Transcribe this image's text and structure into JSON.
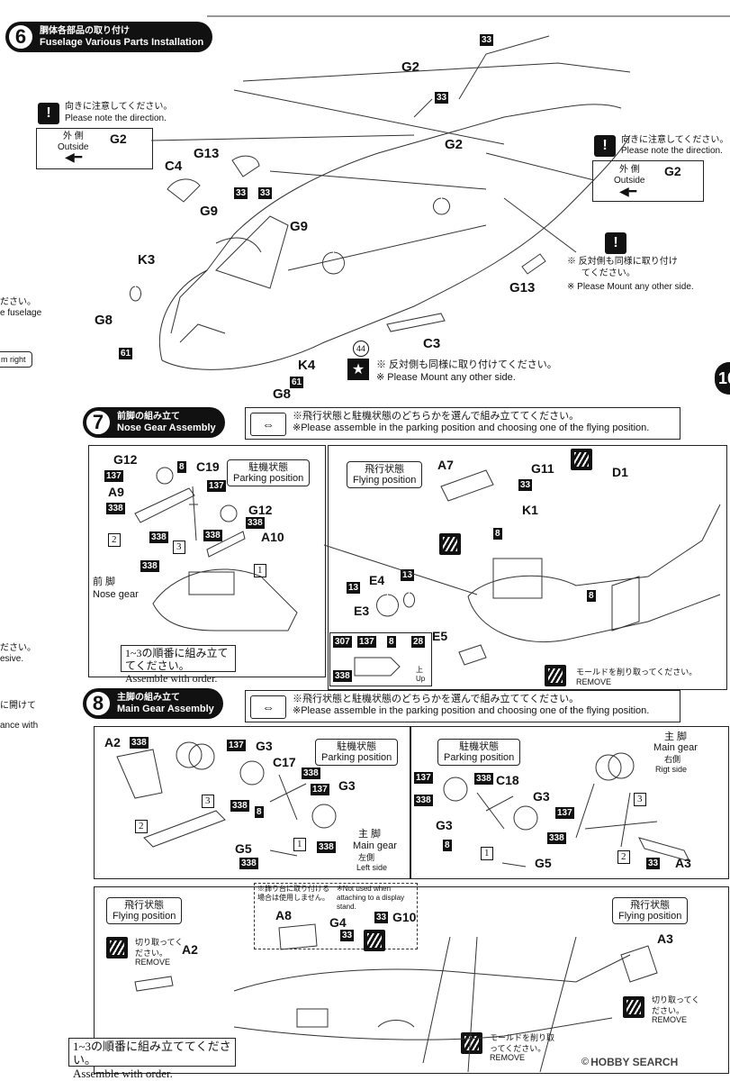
{
  "step6": {
    "num": "6",
    "title_jp": "胴体各部品の取り付け",
    "title_en": "Fuselage Various Parts Installation",
    "note_dir_left_jp": "向きに注意してください。",
    "note_dir_left_en": "Please note the direction.",
    "outside_jp": "外 側",
    "outside_en": "Outside",
    "note_dir_right_jp": "向きに注意してください。",
    "note_dir_right_en": "Please note the direction.",
    "note_other_side_jp1": "※ 反対側も同様に取り付け",
    "note_other_side_jp2": "てください。",
    "note_other_side_en": "※ Please Mount any other side.",
    "note_star_jp": "※ 反対側も同様に取り付けてください。",
    "note_star_en": "※ Please Mount any other side.",
    "cut_left_1": "ださい。",
    "cut_left_2": "e fuselage",
    "tag_right": "m right",
    "parts": {
      "G2a": "G2",
      "G2b": "G2",
      "G2c": "G2",
      "G2d": "G2",
      "G13a": "G13",
      "G13b": "G13",
      "C4": "C4",
      "G9a": "G9",
      "G9b": "G9",
      "K3": "K3",
      "G8a": "G8",
      "G8b": "G8",
      "C3": "C3",
      "K4": "K4"
    },
    "nums": {
      "n33a": "33",
      "n33b": "33",
      "n33c": "33",
      "n33d": "33",
      "n61a": "61",
      "n61b": "61",
      "n44": "44"
    }
  },
  "step7": {
    "num": "7",
    "title_jp": "前脚の組み立て",
    "title_en": "Nose Gear Assembly",
    "choose_jp": "※飛行状態と駐機状態のどちらかを選んで組み立ててください。",
    "choose_en": "※Please assemble in the parking position and choosing one of the flying position.",
    "parking_jp": "駐機状態",
    "parking_en": "Parking position",
    "flying_jp": "飛行状態",
    "flying_en": "Flying position",
    "nose_gear_jp": "前 脚",
    "nose_gear_en": "Nose gear",
    "order_jp": "1~3の順番に組み立ててください。",
    "order_en": "Assemble with order.",
    "remove_jp": "モールドを削り取ってください。",
    "remove_en": "REMOVE",
    "up_jp": "上",
    "up_en": "Up",
    "parts": {
      "G12a": "G12",
      "G12b": "G12",
      "C19": "C19",
      "A9": "A9",
      "A10": "A10",
      "A7": "A7",
      "G11": "G11",
      "D1": "D1",
      "K1": "K1",
      "E4": "E4",
      "E3": "E3",
      "E5": "E5"
    },
    "nums": {
      "n137a": "137",
      "n137b": "137",
      "n137c": "137",
      "n8a": "8",
      "n8b": "8",
      "n8c": "8",
      "n8d": "8",
      "n338a": "338",
      "n338b": "338",
      "n338c": "338",
      "n338d": "338",
      "n338e": "338",
      "n338f": "338",
      "n33": "33",
      "n13a": "13",
      "n13b": "13",
      "n307": "307",
      "n28": "28",
      "sq1": "1",
      "sq2": "2",
      "sq3": "3"
    }
  },
  "step8": {
    "num": "8",
    "title_jp": "主脚の組み立て",
    "title_en": "Main Gear Assembly",
    "choose_jp": "※飛行状態と駐機状態のどちらかを選んで組み立ててください。",
    "choose_en": "※Please assemble in the parking position and choosing one of the flying position.",
    "parking_jp": "駐機状態",
    "parking_en": "Parking position",
    "flying_jp": "飛行状態",
    "flying_en": "Flying position",
    "main_gear_jp": "主 脚",
    "main_gear_en": "Main gear",
    "left_jp": "左側",
    "left_en": "Left side",
    "right_jp": "右側",
    "right_en": "Rigt side",
    "stand_jp": "※飾り台に取り付ける場合は使用しません。",
    "stand_en": "※Not used when attaching to a display stand.",
    "cut_jp": "切り取ってください。",
    "cut_en": "REMOVE",
    "remove_jp": "モールドを削り取ってください。",
    "remove_en": "REMOVE",
    "order_jp": "1~3の順番に組み立ててください。",
    "order_en": "Assemble with order.",
    "parts": {
      "A2a": "A2",
      "A2b": "A2",
      "G3a": "G3",
      "G3b": "G3",
      "G3c": "G3",
      "G3d": "G3",
      "C17": "C17",
      "C18": "C18",
      "G5a": "G5",
      "G5b": "G5",
      "A3a": "A3",
      "A3b": "A3",
      "A8": "A8",
      "G4": "G4",
      "G10": "G10"
    },
    "nums": {
      "n338a": "338",
      "n338b": "338",
      "n338c": "338",
      "n338d": "338",
      "n338e": "338",
      "n338f": "338",
      "n338g": "338",
      "n338h": "338",
      "n137a": "137",
      "n137b": "137",
      "n137c": "137",
      "n137d": "137",
      "n8a": "8",
      "n8b": "8",
      "n33a": "33",
      "n33b": "33",
      "n33c": "33",
      "sq1": "1",
      "sq2": "2",
      "sq3": "3",
      "sq1b": "1",
      "sq2b": "2",
      "sq3b": "3"
    }
  },
  "side_tab": "10",
  "left_frag": {
    "a": "ださい。",
    "b": "esive.",
    "c": "に開けて",
    "d": "ance with"
  },
  "footer": {
    "logo": "HOBBY SEARCH",
    "copyright": "©"
  }
}
